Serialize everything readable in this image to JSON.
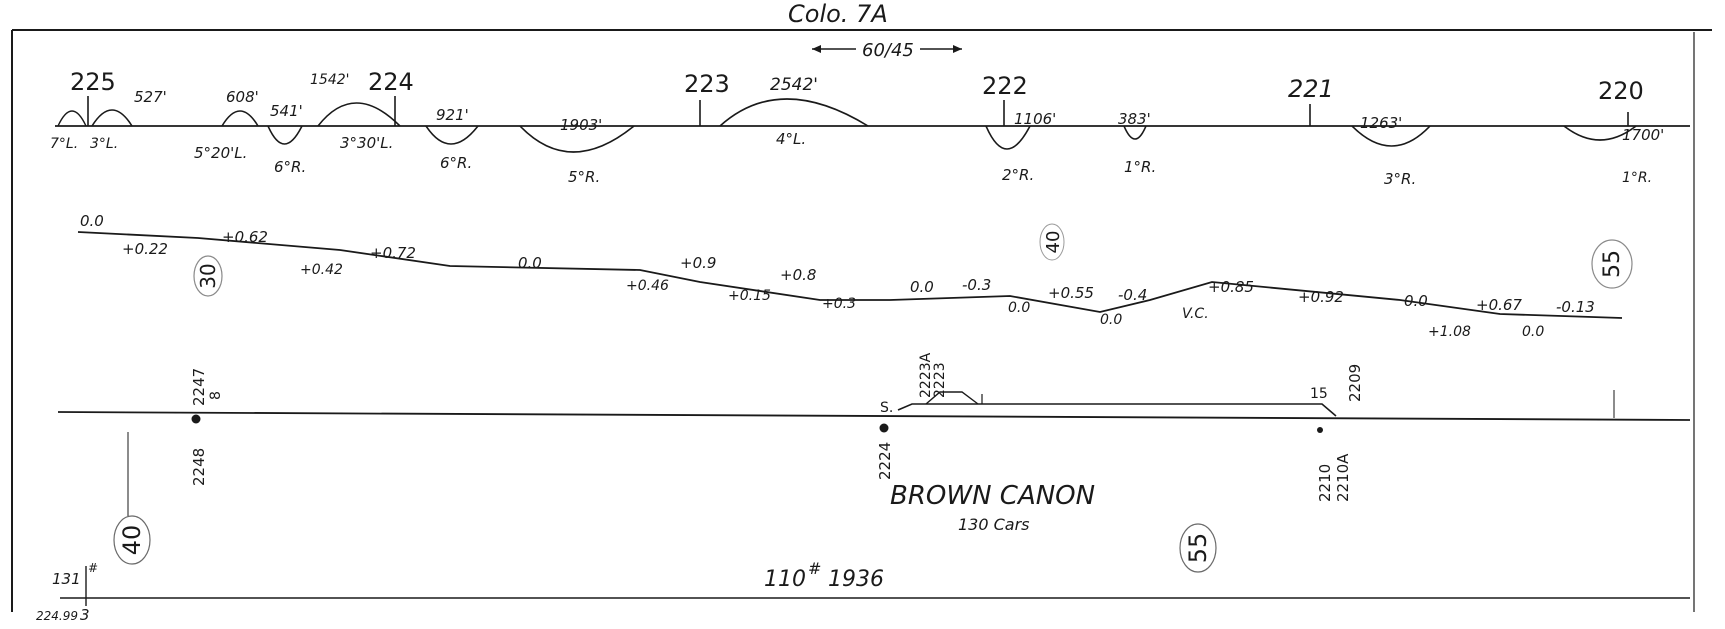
{
  "header": {
    "title": "Colo. 7A",
    "speed": "60/45"
  },
  "mileposts": [
    "225",
    "224",
    "223",
    "222",
    "221",
    "220"
  ],
  "curves": [
    {
      "length": "527'",
      "degree": "3°L."
    },
    {
      "degree": "7°L."
    },
    {
      "length": "608'",
      "degree": "5°20'L."
    },
    {
      "length": "541'",
      "degree": "6°R."
    },
    {
      "length": "1542'",
      "degree": "3°30'L."
    },
    {
      "length": "921'",
      "degree": "6°R."
    },
    {
      "length": "1903'",
      "degree": "5°R."
    },
    {
      "length": "2542'",
      "degree": "4°L."
    },
    {
      "length": "1106'",
      "degree": "2°R."
    },
    {
      "length": "383'",
      "degree": "1°R."
    },
    {
      "length": "1263'",
      "degree": "3°R."
    },
    {
      "length": "1700'",
      "degree": "1°R."
    }
  ],
  "grades_upper": [
    "0.0",
    "+0.62",
    "+0.72",
    "0.0",
    "+0.9",
    "+0.8",
    "0.0",
    "-0.3",
    "+0.55",
    "-0.4",
    "+0.85",
    "+0.92",
    "0.0",
    "+0.67",
    "-0.13"
  ],
  "grades_lower": [
    "+0.22",
    "+0.42",
    "+0.46",
    "+0.15",
    "+0.3",
    "0.0",
    "0.0",
    "V.C.",
    "+1.08",
    "0.0"
  ],
  "speed_circles": [
    "30",
    "40",
    "55",
    "40",
    "55"
  ],
  "signals": [
    "2247",
    "8",
    "2248",
    "2223A",
    "2223",
    "2224",
    "S.",
    "15",
    "2209",
    "2210",
    "2210A"
  ],
  "station": {
    "name": "BROWN CANON",
    "capacity": "130 Cars"
  },
  "rail": {
    "weight": "110",
    "mark": "#",
    "year": "1936"
  },
  "footer": {
    "rail_left": "131",
    "rail_left_mark": "#",
    "milepost_value": "224.99",
    "milepost_suffix": "3"
  }
}
